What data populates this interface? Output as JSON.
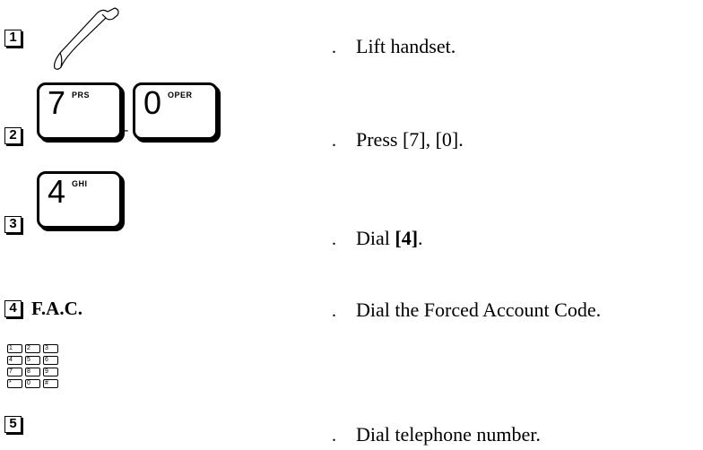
{
  "steps": [
    {
      "number": "1",
      "instruction": "Lift handset."
    },
    {
      "number": "2",
      "instruction": "Press [7], [0].",
      "keys": [
        {
          "digit": "7",
          "letters": "PRS"
        },
        {
          "digit": "0",
          "letters": "OPER"
        }
      ],
      "separator": "-"
    },
    {
      "number": "3",
      "instruction_prefix": "Dial ",
      "instruction_bold": "[4]",
      "instruction_suffix": ".",
      "keys": [
        {
          "digit": "4",
          "letters": "GHI"
        }
      ]
    },
    {
      "number": "4",
      "label": "F.A.C.",
      "instruction": "Dial the Forced Account Code."
    },
    {
      "number": "5",
      "instruction": "Dial telephone number.",
      "keypad": [
        [
          "1",
          "2",
          "3"
        ],
        [
          "4",
          "5",
          "6"
        ],
        [
          "7",
          "8",
          "9"
        ],
        [
          "*",
          "0",
          "#"
        ]
      ]
    }
  ],
  "dot": "."
}
